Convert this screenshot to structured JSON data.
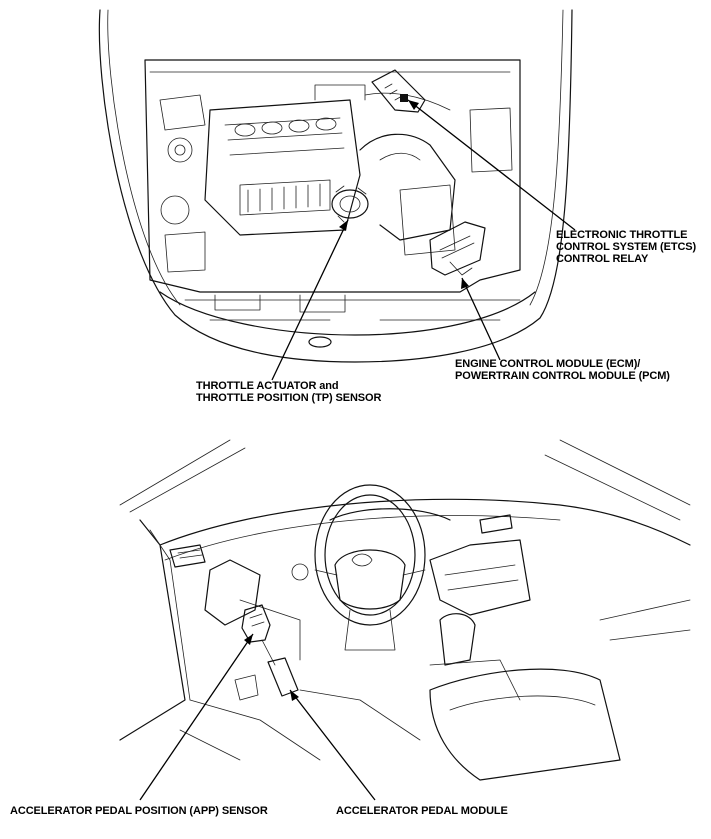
{
  "engine_bay_diagram": {
    "callouts": {
      "etcs_relay": {
        "lines": [
          "ELECTRONIC THROTTLE",
          "CONTROL SYSTEM (ETCS)",
          "CONTROL RELAY"
        ]
      },
      "ecm_pcm": {
        "lines": [
          "ENGINE CONTROL MODULE (ECM)/",
          "POWERTRAIN CONTROL MODULE (PCM)"
        ]
      },
      "throttle": {
        "lines": [
          "THROTTLE ACTUATOR and",
          "THROTTLE POSITION (TP) SENSOR"
        ]
      }
    }
  },
  "cabin_diagram": {
    "callouts": {
      "app_sensor": {
        "label": "ACCELERATOR PEDAL POSITION (APP) SENSOR"
      },
      "pedal_module": {
        "label": "ACCELERATOR PEDAL MODULE"
      }
    }
  }
}
